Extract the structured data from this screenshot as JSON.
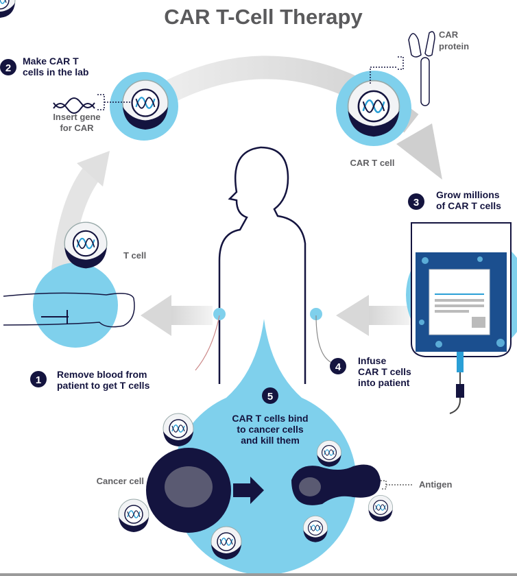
{
  "title": "CAR T-Cell Therapy",
  "colors": {
    "navy": "#14143f",
    "light_blue": "#7fd0ec",
    "arrow_gray": "#dcdcdc",
    "title_gray": "#5a5a5c"
  },
  "steps": [
    {
      "number": "1",
      "lines": [
        "Remove blood from",
        "patient to get T cells"
      ]
    },
    {
      "number": "2",
      "lines": [
        "Make CAR T",
        "cells in the lab"
      ]
    },
    {
      "number": "3",
      "lines": [
        "Grow millions",
        "of CAR T cells"
      ]
    },
    {
      "number": "4",
      "lines": [
        "Infuse",
        "CAR T cells",
        "into patient"
      ]
    },
    {
      "number": "5",
      "lines": [
        "CAR T cells bind",
        "to cancer cells",
        "and kill them"
      ]
    }
  ],
  "labels": {
    "insert_gene": [
      "Insert gene",
      "for CAR"
    ],
    "car_protein": [
      "CAR",
      "protein"
    ],
    "car_t_cell": "CAR T cell",
    "t_cell": "T cell",
    "cancer_cell": "Cancer cell",
    "antigen": "Antigen"
  }
}
